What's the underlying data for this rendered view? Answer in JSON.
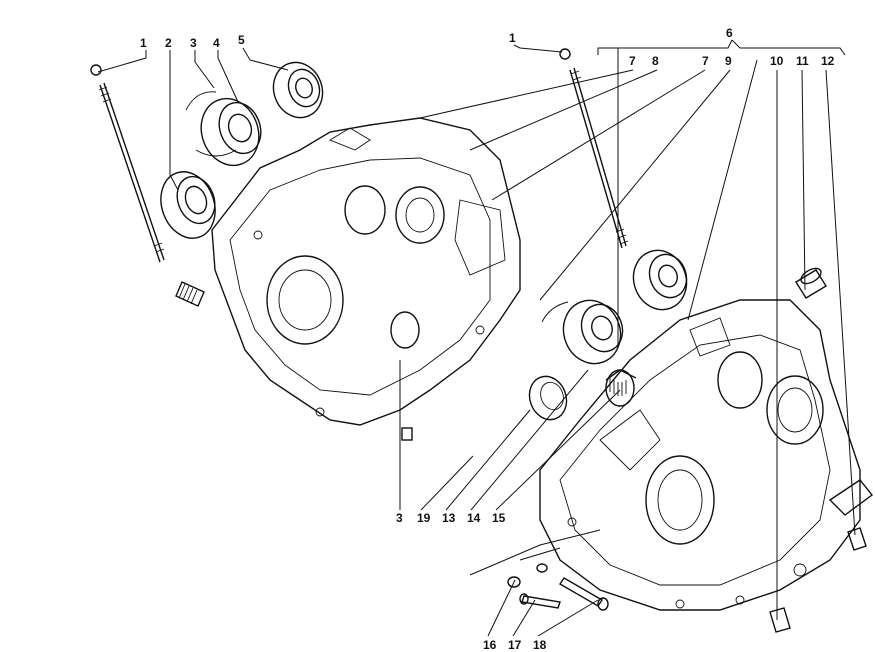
{
  "callouts": {
    "n1a": "1",
    "n2": "2",
    "n3a": "3",
    "n4": "4",
    "n5": "5",
    "n1b": "1",
    "n6": "6",
    "n7a": "7",
    "n8": "8",
    "n7b": "7",
    "n9": "9",
    "n10": "10",
    "n11": "11",
    "n12": "12",
    "n3b": "3",
    "n19": "19",
    "n13": "13",
    "n14": "14",
    "n15": "15",
    "n16": "16",
    "n17": "17",
    "n18": "18"
  }
}
